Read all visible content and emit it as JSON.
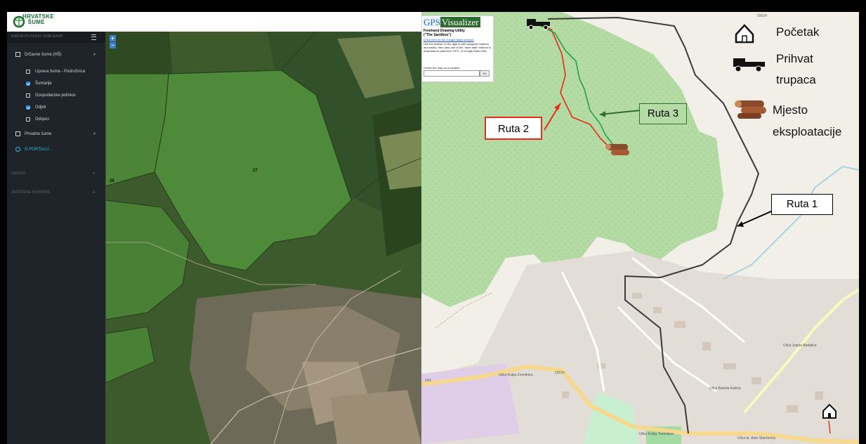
{
  "left_panel": {
    "sidebar_header": "KARTA PLOVNIH OZBIJENIH",
    "groups": [
      {
        "label": "Državne šume (HŠ)",
        "items": [
          {
            "label": "Uprava šuma - Podružnica",
            "checked": false
          },
          {
            "label": "Šumarije",
            "checked": true
          },
          {
            "label": "Gospodarske jedinice",
            "checked": false
          },
          {
            "label": "Odjeli",
            "checked": true
          },
          {
            "label": "Odsjeci",
            "checked": false
          }
        ]
      },
      {
        "label": "Privatne šume",
        "items": []
      }
    ],
    "about_link": "O PORTALU...",
    "sections": [
      "ISKRENI",
      "ZAŠTIĆENE POVRŠINE"
    ],
    "zoom_in": "+",
    "zoom_out": "−",
    "parcel_labels": [
      "27",
      "29"
    ]
  },
  "right_panel": {
    "gpsv": {
      "logo_part1": "GPS",
      "logo_part2": "Visualizer",
      "subtitle_line1": "Freehand Drawing Utility",
      "subtitle_line2": "(\"The Sandbox\")",
      "link": "[Click here for the Google Maps version]",
      "description": "Use the toolbar on the right to add waypoint markers and tracks, then click one of the \"save data\" buttons to download as plain text, GPX, or Google Earth KML.",
      "center_label": "Center the map on a location:",
      "input_value": "",
      "go_button": "Go"
    },
    "routes": {
      "ruta1": "Ruta 1",
      "ruta2": "Ruta 2",
      "ruta3": "Ruta 3"
    },
    "legend": {
      "start": "Početak",
      "truck_line1": "Prihvat",
      "truck_line2": "trupaca",
      "site_line1": "Mjesto",
      "site_line2": "eksploatacije"
    },
    "road_numbers": [
      "59034",
      "59034",
      "D50"
    ],
    "street_names": [
      "Ulica Kralja Zvonimira",
      "Ulica Kralja Tomislava",
      "Ulica Bartola Kašića",
      "Ulica dr. Ante Starčevića",
      "Ulica Josipa Badalića"
    ],
    "colors": {
      "ruta1": "#3a3a3a",
      "ruta2": "#e8291c",
      "ruta3": "#2e9b4a",
      "forest": "#b3dba3",
      "map_bg": "#f2efe9"
    }
  }
}
